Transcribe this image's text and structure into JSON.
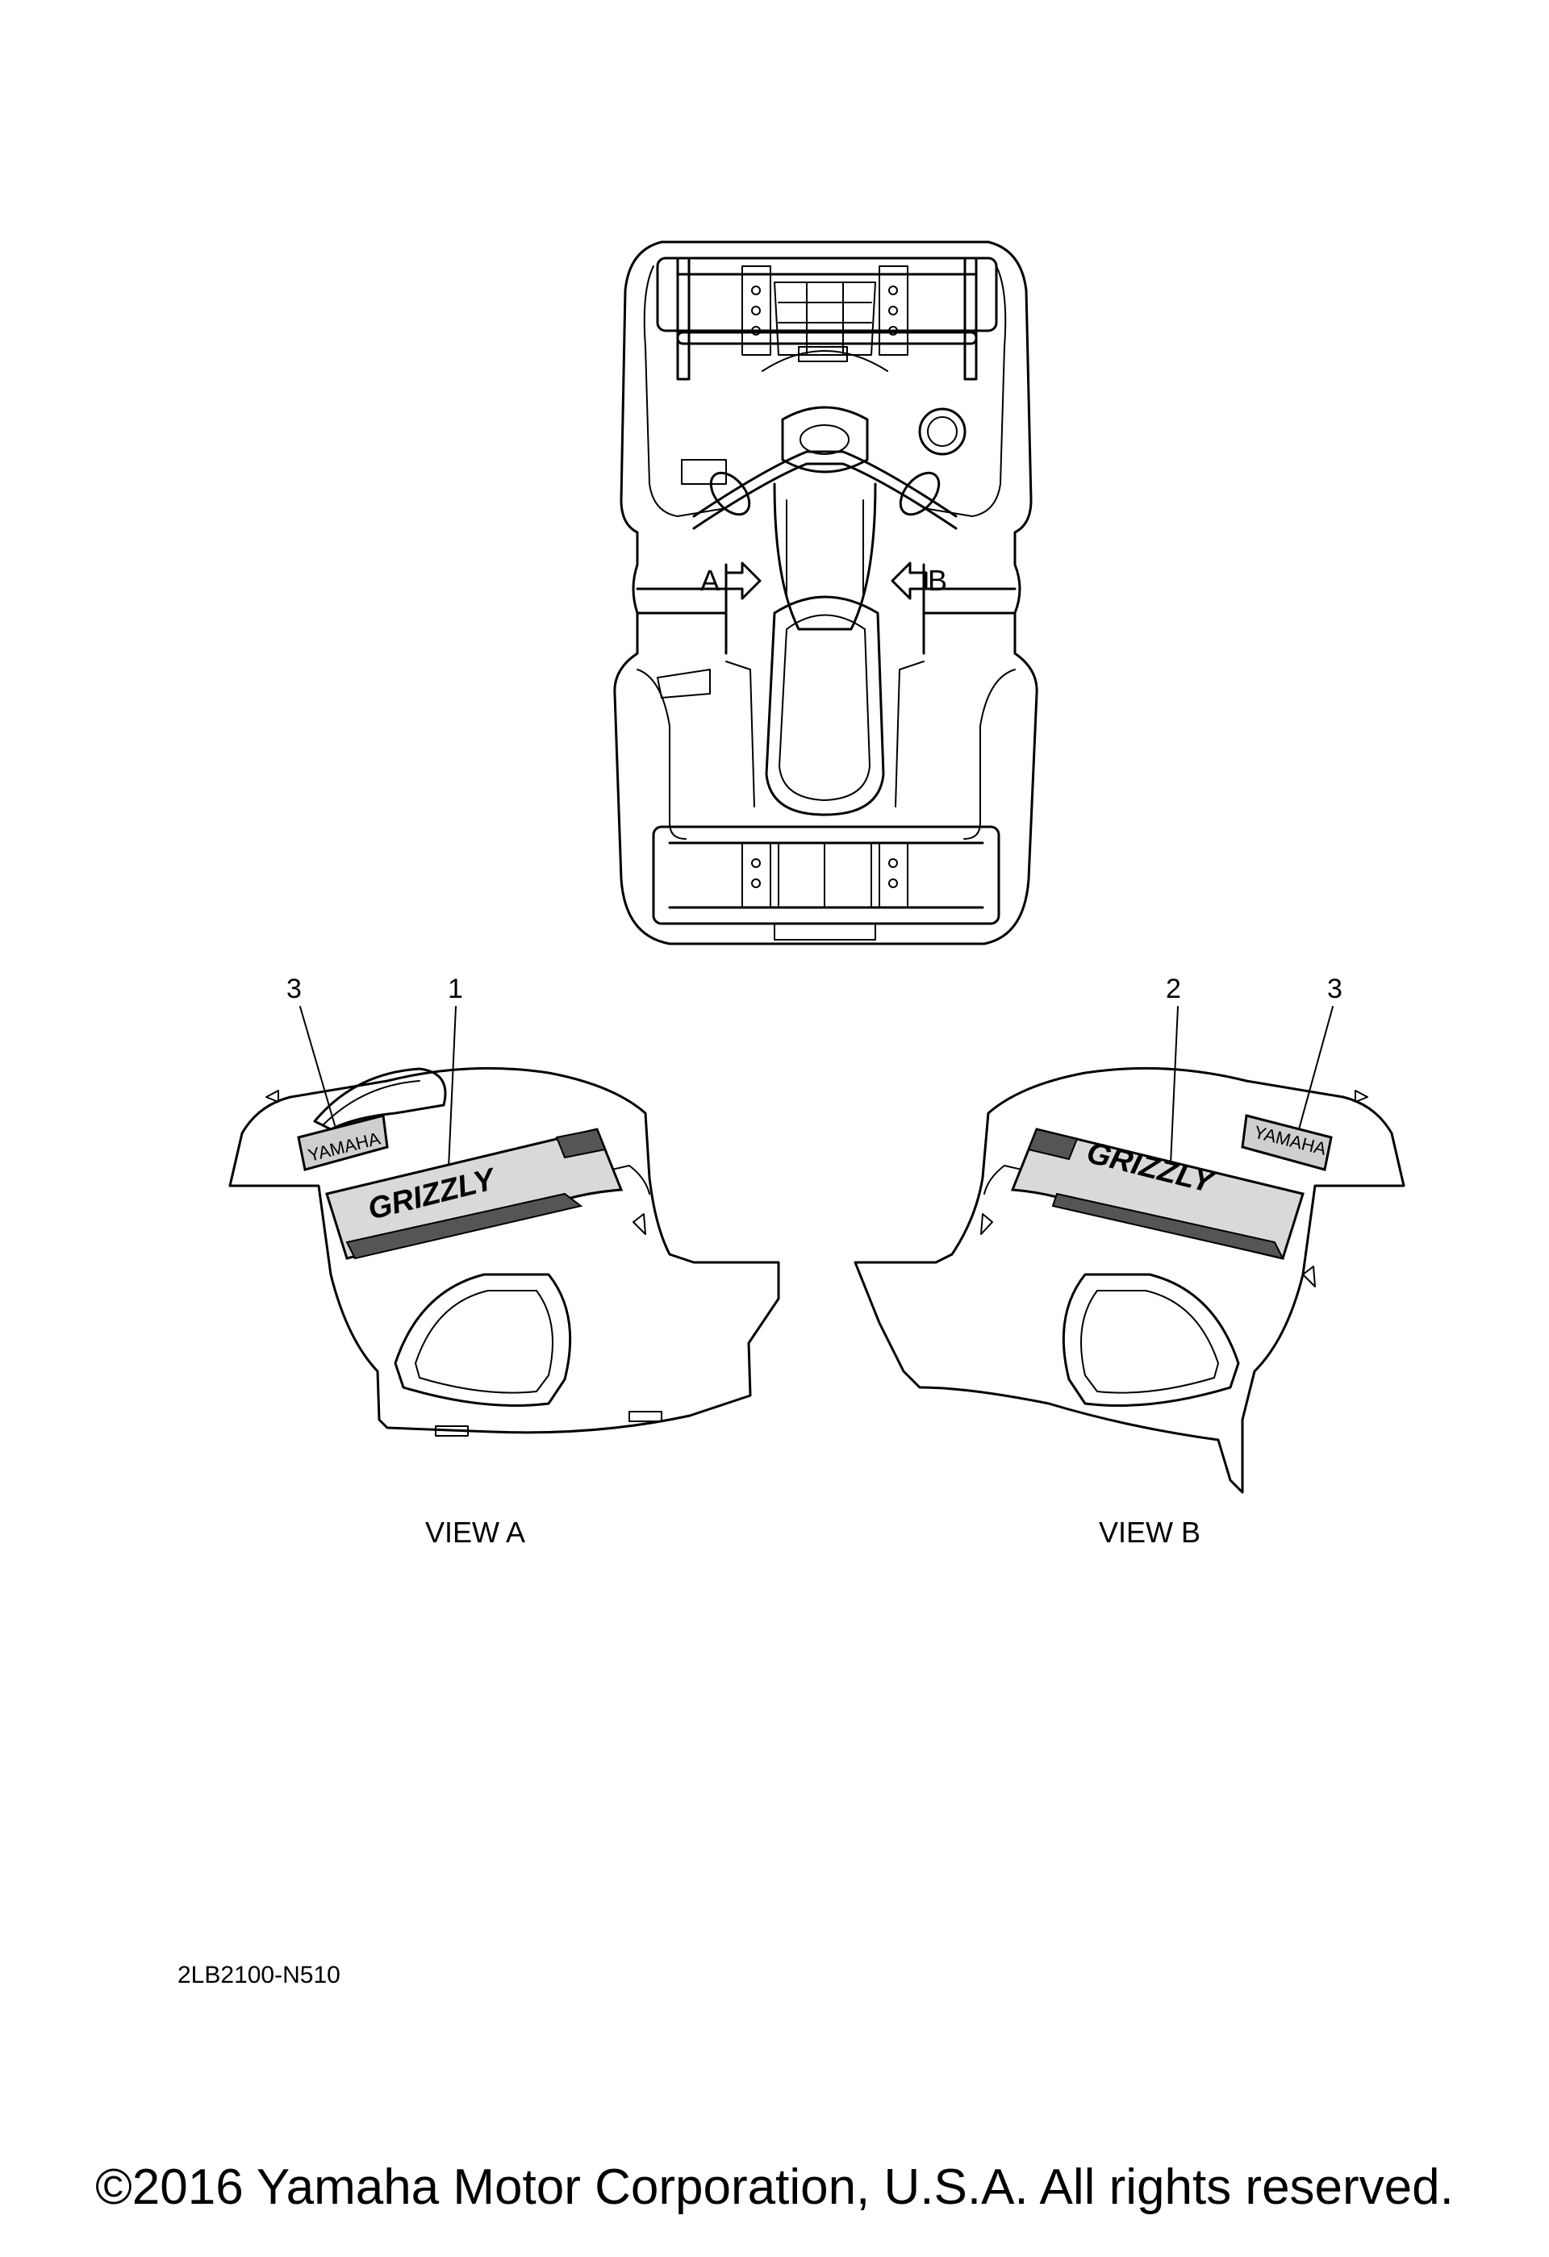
{
  "views": {
    "arrow_a_label": "A",
    "arrow_b_label": "B",
    "view_a_caption": "VIEW A",
    "view_b_caption": "VIEW B"
  },
  "callouts": {
    "left_3": "3",
    "left_1": "1",
    "right_2": "2",
    "right_3": "3"
  },
  "decals": {
    "brand": "YAMAHA",
    "model": "GRIZZLY"
  },
  "diagram_code": "2LB2100-N510",
  "copyright": "©2016 Yamaha Motor Corporation, U.S.A. All rights reserved."
}
